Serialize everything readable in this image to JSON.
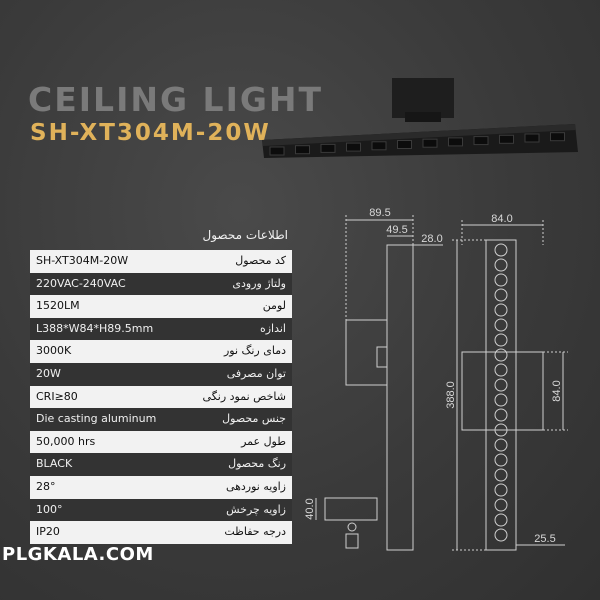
{
  "header": {
    "title": "CEILING LIGHT",
    "model": "SH-XT304M-20W"
  },
  "specs": {
    "title": "اطلاعات محصول",
    "rows": [
      {
        "label": "کد محصول",
        "value": "SH-XT304M-20W"
      },
      {
        "label": "ولتاژ ورودی",
        "value": "220VAC-240VAC"
      },
      {
        "label": "لومن",
        "value": "1520LM"
      },
      {
        "label": "اندازه",
        "value": "L388*W84*H89.5mm"
      },
      {
        "label": "دمای رنگ نور",
        "value": "3000K"
      },
      {
        "label": "توان مصرفی",
        "value": "20W"
      },
      {
        "label": "شاخص نمود رنگی",
        "value": "CRI≥80"
      },
      {
        "label": "جنس محصول",
        "value": "Die casting aluminum"
      },
      {
        "label": "طول عمر",
        "value": "50,000 hrs"
      },
      {
        "label": "رنگ محصول",
        "value": "BLACK"
      },
      {
        "label": "زاویه نوردهی",
        "value": "28°"
      },
      {
        "label": "زاویه چرخش",
        "value": "100°"
      },
      {
        "label": "درجه حفاظت",
        "value": "IP20"
      }
    ]
  },
  "dimensions": {
    "width_total": "89.5",
    "offset": "49.5",
    "depth": "28.0",
    "width_front": "84.0",
    "length": "388.0",
    "side_height": "84.0",
    "base_height": "40.0",
    "bottom_offset": "25.5"
  },
  "watermark": "PLGKALA.COM",
  "colors": {
    "accent": "#e0b25a",
    "background": "#3a3a3a",
    "fixture": "#1c1c1c"
  }
}
